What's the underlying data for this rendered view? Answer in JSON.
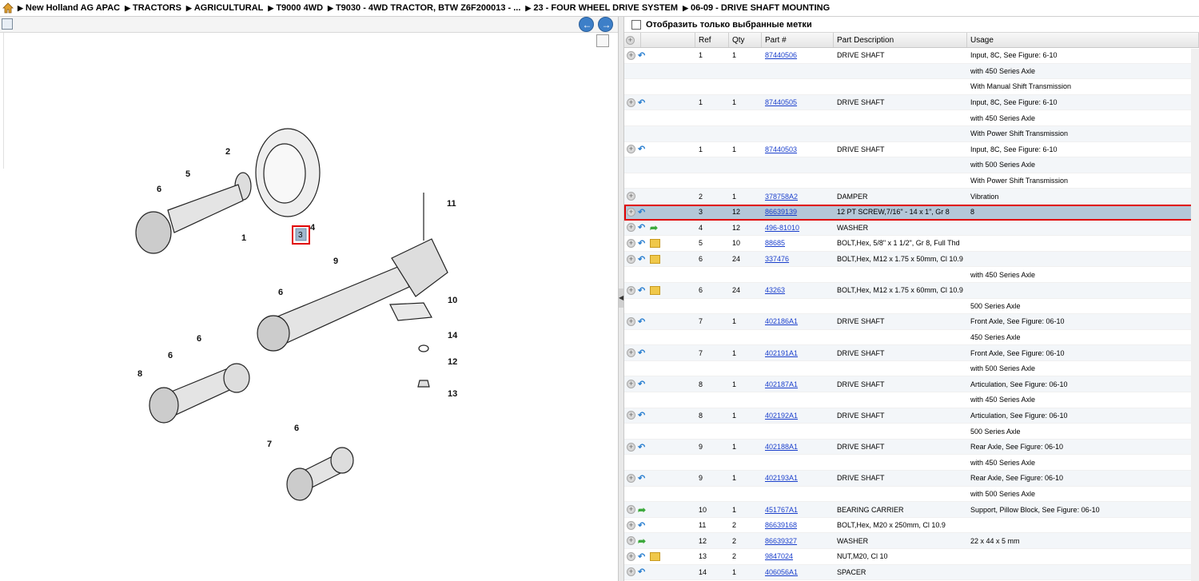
{
  "breadcrumb": [
    "New Holland AG APAC",
    "TRACTORS",
    "AGRICULTURAL",
    "T9000 4WD",
    "T9030 - 4WD TRACTOR, BTW Z6F200013 - ...",
    "23 - FOUR WHEEL DRIVE SYSTEM",
    "06-09 - DRIVE SHAFT MOUNTING"
  ],
  "filter": {
    "label": "Отобразить только выбранные метки"
  },
  "table": {
    "headers": [
      "Ref",
      "Qty",
      "Part #",
      "Part Description",
      "Usage"
    ],
    "rows": [
      {
        "ref": "1",
        "qty": "1",
        "part": "87440506",
        "desc": "DRIVE SHAFT",
        "usage": "Input, 8C, See Figure: 6-10",
        "icons": [
          "back"
        ]
      },
      {
        "ref": "",
        "qty": "",
        "part": "",
        "desc": "",
        "usage": "with 450 Series Axle",
        "icons": []
      },
      {
        "ref": "",
        "qty": "",
        "part": "",
        "desc": "",
        "usage": "With Manual Shift Transmission",
        "icons": []
      },
      {
        "ref": "1",
        "qty": "1",
        "part": "87440505",
        "desc": "DRIVE SHAFT",
        "usage": "Input, 8C, See Figure: 6-10",
        "icons": [
          "back"
        ]
      },
      {
        "ref": "",
        "qty": "",
        "part": "",
        "desc": "",
        "usage": "with 450 Series Axle",
        "icons": []
      },
      {
        "ref": "",
        "qty": "",
        "part": "",
        "desc": "",
        "usage": "With Power Shift Transmission",
        "icons": []
      },
      {
        "ref": "1",
        "qty": "1",
        "part": "87440503",
        "desc": "DRIVE SHAFT",
        "usage": "Input, 8C, See Figure: 6-10",
        "icons": [
          "back"
        ]
      },
      {
        "ref": "",
        "qty": "",
        "part": "",
        "desc": "",
        "usage": "with 500 Series Axle",
        "icons": []
      },
      {
        "ref": "",
        "qty": "",
        "part": "",
        "desc": "",
        "usage": "With Power Shift Transmission",
        "icons": []
      },
      {
        "ref": "2",
        "qty": "1",
        "part": "378758A2",
        "desc": "DAMPER",
        "usage": "Vibration",
        "icons": []
      },
      {
        "ref": "3",
        "qty": "12",
        "part": "86639139",
        "desc": "12 PT SCREW,7/16\" - 14 x 1\", Gr 8",
        "usage": "8",
        "icons": [
          "back"
        ],
        "selected": true
      },
      {
        "ref": "4",
        "qty": "12",
        "part": "496-81010",
        "desc": "WASHER",
        "usage": "",
        "icons": [
          "back",
          "green"
        ]
      },
      {
        "ref": "5",
        "qty": "10",
        "part": "88685",
        "desc": "BOLT,Hex, 5/8\" x 1 1/2\", Gr 8, Full Thd",
        "usage": "",
        "icons": [
          "back",
          "box"
        ]
      },
      {
        "ref": "6",
        "qty": "24",
        "part": "337476",
        "desc": "BOLT,Hex, M12 x 1.75 x 50mm, Cl 10.9",
        "usage": "",
        "icons": [
          "back",
          "box"
        ]
      },
      {
        "ref": "",
        "qty": "",
        "part": "",
        "desc": "",
        "usage": "with 450 Series Axle",
        "icons": []
      },
      {
        "ref": "6",
        "qty": "24",
        "part": "43263",
        "desc": "BOLT,Hex, M12 x 1.75 x 60mm, Cl 10.9",
        "usage": "",
        "icons": [
          "back",
          "box"
        ]
      },
      {
        "ref": "",
        "qty": "",
        "part": "",
        "desc": "",
        "usage": "500 Series Axle",
        "icons": []
      },
      {
        "ref": "7",
        "qty": "1",
        "part": "402186A1",
        "desc": "DRIVE SHAFT",
        "usage": "Front Axle, See Figure: 06-10",
        "icons": [
          "back"
        ]
      },
      {
        "ref": "",
        "qty": "",
        "part": "",
        "desc": "",
        "usage": "450 Series Axle",
        "icons": []
      },
      {
        "ref": "7",
        "qty": "1",
        "part": "402191A1",
        "desc": "DRIVE SHAFT",
        "usage": "Front Axle, See Figure: 06-10",
        "icons": [
          "back"
        ]
      },
      {
        "ref": "",
        "qty": "",
        "part": "",
        "desc": "",
        "usage": "with 500 Series Axle",
        "icons": []
      },
      {
        "ref": "8",
        "qty": "1",
        "part": "402187A1",
        "desc": "DRIVE SHAFT",
        "usage": "Articulation, See Figure: 06-10",
        "icons": [
          "back"
        ]
      },
      {
        "ref": "",
        "qty": "",
        "part": "",
        "desc": "",
        "usage": "with 450 Series Axle",
        "icons": []
      },
      {
        "ref": "8",
        "qty": "1",
        "part": "402192A1",
        "desc": "DRIVE SHAFT",
        "usage": "Articulation, See Figure: 06-10",
        "icons": [
          "back"
        ]
      },
      {
        "ref": "",
        "qty": "",
        "part": "",
        "desc": "",
        "usage": "500 Series Axle",
        "icons": []
      },
      {
        "ref": "9",
        "qty": "1",
        "part": "402188A1",
        "desc": "DRIVE SHAFT",
        "usage": "Rear Axle, See Figure: 06-10",
        "icons": [
          "back"
        ]
      },
      {
        "ref": "",
        "qty": "",
        "part": "",
        "desc": "",
        "usage": "with 450 Series Axle",
        "icons": []
      },
      {
        "ref": "9",
        "qty": "1",
        "part": "402193A1",
        "desc": "DRIVE SHAFT",
        "usage": "Rear Axle, See Figure: 06-10",
        "icons": [
          "back"
        ]
      },
      {
        "ref": "",
        "qty": "",
        "part": "",
        "desc": "",
        "usage": "with 500 Series Axle",
        "icons": []
      },
      {
        "ref": "10",
        "qty": "1",
        "part": "451767A1",
        "desc": "BEARING CARRIER",
        "usage": "Support, Pillow Block, See Figure: 06-10",
        "icons": [
          "green"
        ]
      },
      {
        "ref": "11",
        "qty": "2",
        "part": "86639168",
        "desc": "BOLT,Hex, M20 x 250mm, Cl 10.9",
        "usage": "",
        "icons": [
          "back"
        ]
      },
      {
        "ref": "12",
        "qty": "2",
        "part": "86639327",
        "desc": "WASHER",
        "usage": "22 x 44 x 5 mm",
        "icons": [
          "green"
        ]
      },
      {
        "ref": "13",
        "qty": "2",
        "part": "9847024",
        "desc": "NUT,M20, Cl 10",
        "usage": "",
        "icons": [
          "back",
          "box"
        ]
      },
      {
        "ref": "14",
        "qty": "1",
        "part": "406056A1",
        "desc": "SPACER",
        "usage": "",
        "icons": [
          "back"
        ]
      }
    ]
  },
  "diagram": {
    "callouts": [
      "2",
      "5",
      "6",
      "4",
      "1",
      "3",
      "11",
      "9",
      "6",
      "10",
      "14",
      "6",
      "6",
      "12",
      "8",
      "13",
      "6",
      "7"
    ],
    "highlight_ref": "3"
  }
}
